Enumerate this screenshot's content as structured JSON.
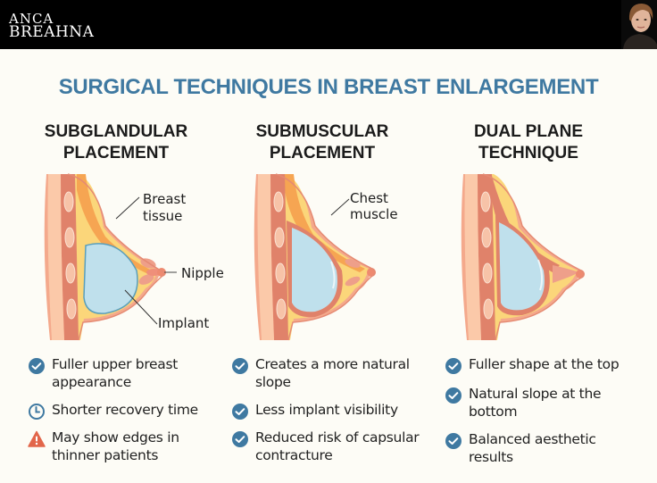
{
  "header": {
    "logo_line1": "ANCA",
    "logo_line2": "BREAHNA"
  },
  "title": "SURGICAL TECHNIQUES IN BREAST ENLARGEMENT",
  "colors": {
    "title_blue": "#3f79a1",
    "check_blue": "#3f79a1",
    "warning_orange": "#e2664a",
    "background": "#fdfcf6"
  },
  "columns": [
    {
      "title_line1": "SUBGLANDULAR",
      "title_line2": "PLACEMENT",
      "labels": {
        "breast_tissue_1": "Breast",
        "breast_tissue_2": "tissue",
        "nipple": "Nipple",
        "implant": "Implant"
      },
      "bullets": [
        {
          "icon": "check-circle-icon",
          "text": "Fuller upper breast appearance"
        },
        {
          "icon": "clock-icon",
          "text": "Shorter recovery time"
        },
        {
          "icon": "warning-icon",
          "text": "May show edges in thinner patients"
        }
      ]
    },
    {
      "title_line1": "SUBMUSCULAR",
      "title_line2": "PLACEMENT",
      "labels": {
        "chest_muscle_1": "Chest",
        "chest_muscle_2": "muscle"
      },
      "bullets": [
        {
          "icon": "check-circle-icon",
          "text": "Creates a more natural slope"
        },
        {
          "icon": "check-circle-icon",
          "text": "Less implant visibility"
        },
        {
          "icon": "check-circle-icon",
          "text": "Reduced risk of capsular contracture"
        }
      ]
    },
    {
      "title_line1": "DUAL PLANE",
      "title_line2": "TECHNIQUE",
      "bullets": [
        {
          "icon": "check-circle-icon",
          "text": "Fuller shape at the top"
        },
        {
          "icon": "check-circle-icon",
          "text": "Natural slope at the bottom"
        },
        {
          "icon": "check-circle-icon",
          "text": "Balanced aesthetic results"
        }
      ]
    }
  ]
}
